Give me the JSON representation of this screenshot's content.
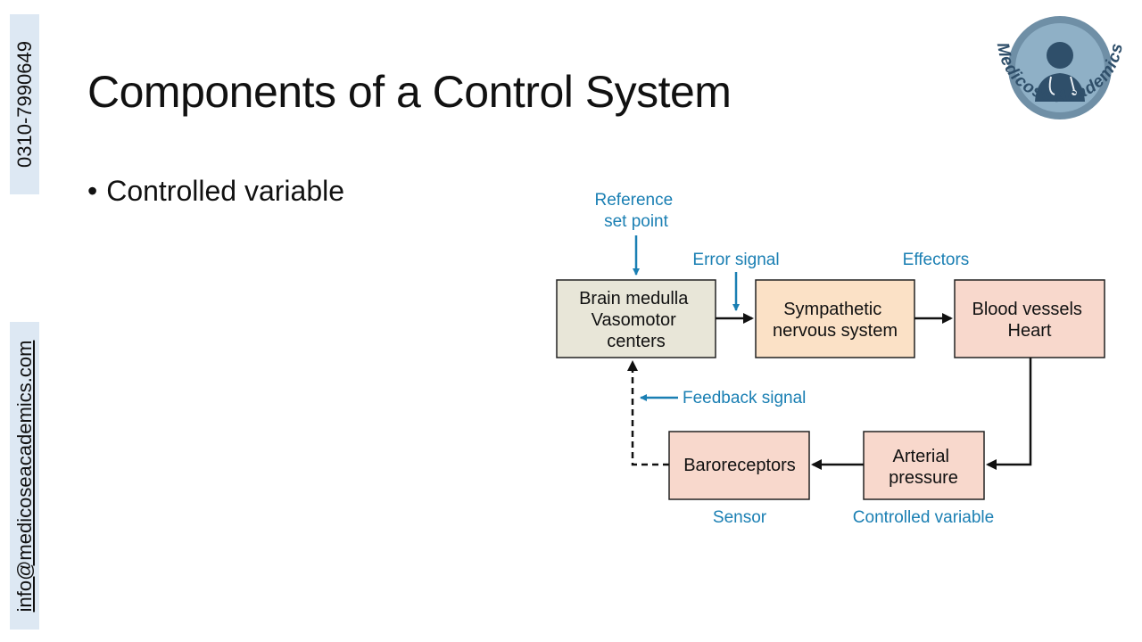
{
  "sidebar": {
    "phone": "0310-7990649",
    "email": "info@medicoseacademics.com"
  },
  "slide": {
    "title": "Components of a Control System",
    "bullets": [
      "Controlled variable"
    ]
  },
  "logo": {
    "text": "Medicose Academics",
    "icon": "doctor-avatar-icon"
  },
  "diagram": {
    "boxes": {
      "brain": [
        "Brain medulla",
        "Vasomotor",
        "centers"
      ],
      "sympathetic": [
        "Sympathetic",
        "nervous system"
      ],
      "effector": [
        "Blood vessels",
        "Heart"
      ],
      "arterial": [
        "Arterial",
        "pressure"
      ],
      "baroreceptors": [
        "Baroreceptors"
      ]
    },
    "labels": {
      "reference": [
        "Reference",
        "set point"
      ],
      "error_signal": "Error signal",
      "effectors": "Effectors",
      "feedback_signal": "Feedback signal",
      "sensor": "Sensor",
      "controlled_variable": "Controlled variable"
    },
    "colors": {
      "label_blue": "#1a7fb3",
      "brain_fill": "#e8e6d8",
      "sympathetic_fill": "#fbe1c6",
      "pink_fill": "#f8d8cc"
    }
  }
}
